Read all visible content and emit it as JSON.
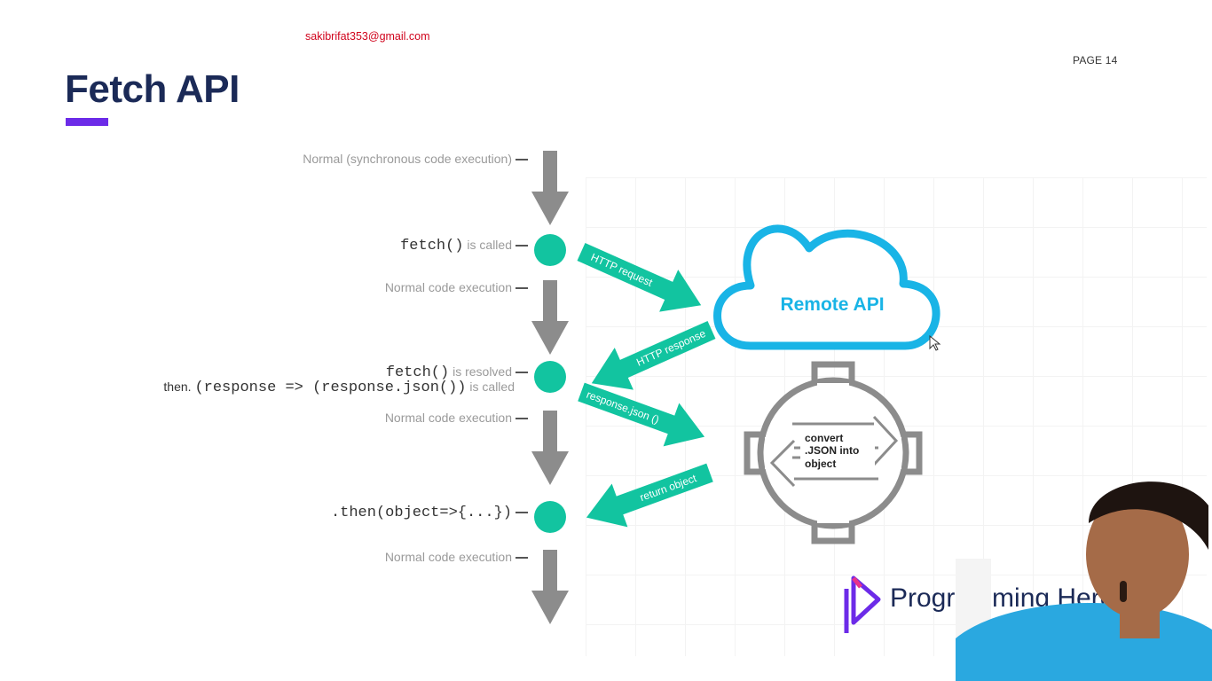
{
  "header": {
    "email": "sakibrifat353@gmail.com",
    "page_label": "PAGE 14",
    "title": "Fetch API"
  },
  "timeline": {
    "step1": {
      "text": "Normal (synchronous code execution)"
    },
    "step2": {
      "code": "fetch()",
      "text": "is called"
    },
    "step3": {
      "text": "Normal code execution"
    },
    "step4": {
      "code": "fetch()",
      "text": "is resolved",
      "then_prefix": "then.",
      "code2": "(response => (response.json())",
      "text2": "is called"
    },
    "step5": {
      "text": "Normal code execution"
    },
    "step6": {
      "code": ".then(object=>{...})"
    },
    "step7": {
      "text": "Normal code execution"
    }
  },
  "flows": {
    "http_request": "HTTP request",
    "http_response": "HTTP response",
    "response_json": "response.json ()",
    "return_object": "return object"
  },
  "remote_api": {
    "label": "Remote API"
  },
  "converter": {
    "line1": "convert",
    "line2": ".JSON into",
    "line3": "object"
  },
  "brand": {
    "name": "Programming Hero"
  },
  "colors": {
    "accent": "#6c2be8",
    "teal": "#12c4a0",
    "cloud": "#19b4e6",
    "arrow_gray": "#8c8c8c",
    "title": "#1b2a57"
  },
  "icons": [
    "cursor-icon",
    "brand-logo-icon",
    "gear-icon"
  ]
}
